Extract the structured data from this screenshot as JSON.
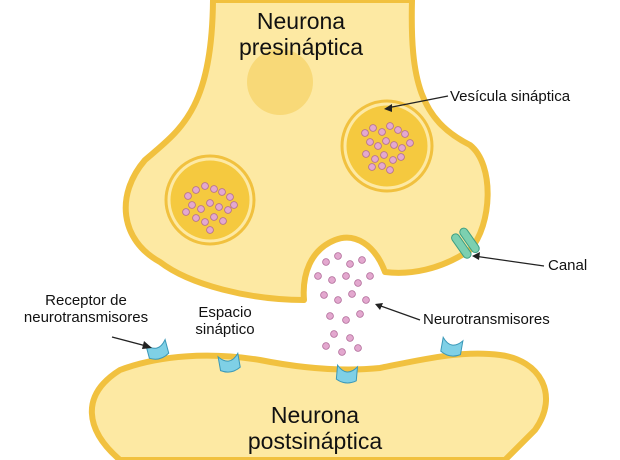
{
  "labels": {
    "presynaptic_line1": "Neurona",
    "presynaptic_line2": "presináptica",
    "vesicle": "Vesícula sináptica",
    "channel": "Canal",
    "receptor_line1": "Receptor de",
    "receptor_line2": "neurotransmisores",
    "cleft_line1": "Espacio",
    "cleft_line2": "sináptico",
    "neurotransmitters": "Neurotransmisores",
    "postsynaptic_line1": "Neurona",
    "postsynaptic_line2": "postsináptica"
  },
  "colors": {
    "membrane": "#f1c13f",
    "cytoplasm": "#fde9a3",
    "nucleus": "#f8d978",
    "vesicle_fill": "#f5c93f",
    "neurotransmitter": "#e3a8cf",
    "receptor": "#7fd0e6",
    "channel": "#7cd0b0"
  },
  "icons": [
    "receptor-icon",
    "channel-icon",
    "vesicle-icon",
    "neurotransmitter-dot-icon"
  ]
}
